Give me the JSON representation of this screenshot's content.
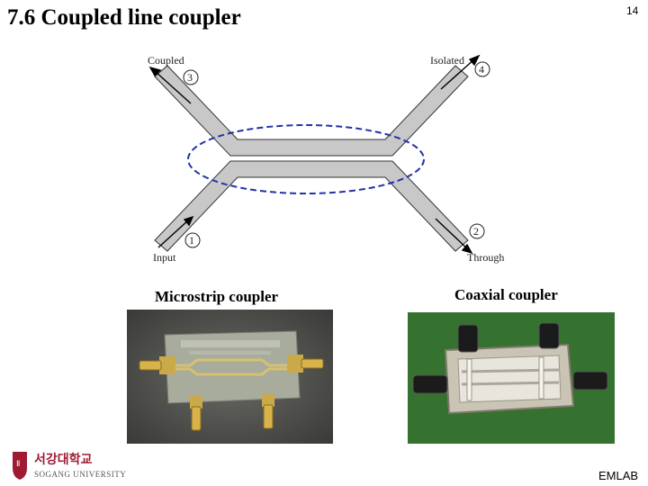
{
  "slide": {
    "title": "7.6 Coupled line coupler",
    "page_number": "14",
    "footer": "EMLAB"
  },
  "diagram": {
    "ports": [
      {
        "label": "Coupled",
        "number": "3"
      },
      {
        "label": "Isolated",
        "number": "4"
      },
      {
        "label": "Input",
        "number": "1"
      },
      {
        "label": "Through",
        "number": "2"
      }
    ],
    "highlight_color": "#2233aa",
    "line_color": "#c8c8c8"
  },
  "photos": {
    "microstrip_caption": "Microstrip coupler",
    "coaxial_caption": "Coaxial coupler"
  },
  "logo": {
    "korean_name": "서강대학교",
    "english_name": "SOGANG UNIVERSITY",
    "color": "#9e1b32"
  }
}
